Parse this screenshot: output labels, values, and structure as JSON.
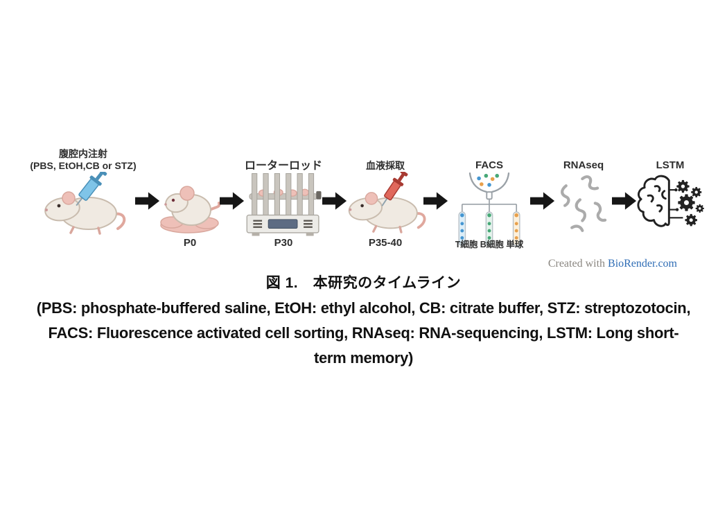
{
  "figure": {
    "steps": [
      {
        "name": "intraperitoneal-injection",
        "label_top1": "腹腔内注射",
        "label_top2": "(PBS, EtOH,CB or STZ)"
      },
      {
        "name": "newborn",
        "label_bottom": "P0"
      },
      {
        "name": "rotarod",
        "label_top1": "ローターロッド",
        "label_bottom": "P30"
      },
      {
        "name": "blood-collection",
        "label_top1": "血液採取",
        "label_bottom": "P35-40"
      },
      {
        "name": "facs",
        "label_top1": "FACS",
        "label_bottom": "T細胞 B細胞 単球"
      },
      {
        "name": "rnaseq",
        "label_top1": "RNAseq"
      },
      {
        "name": "lstm",
        "label_top1": "LSTM"
      }
    ],
    "credit": {
      "prefix": "Created with ",
      "brand": "BioRender.com"
    },
    "caption": {
      "title": "図 1.　本研究のタイムライン",
      "lines": [
        "(PBS: phosphate-buffered saline, EtOH: ethyl alcohol, CB: citrate buffer, STZ: streptozotocin,",
        "FACS: Fluorescence activated cell sorting, RNAseq: RNA-sequencing, LSTM: Long short-",
        "term memory)"
      ]
    }
  },
  "colors": {
    "ink": "#1c1c1c",
    "arrow": "#161616",
    "label": "#2e2e2e",
    "credit_gray": "#8a8680",
    "brand_blue": "#2f6db5",
    "mouse_body": "#f0eae2",
    "mouse_outline": "#c9bcae",
    "mouse_pink": "#eec0b8",
    "syringe_blue": "#7fc4e8",
    "syringe_red": "#e0685c",
    "device_gray": "#c9c5be",
    "device_light": "#ecebe7",
    "screen_blue": "#5d6c83",
    "sorter_gray": "#9aa1a7",
    "dot_blue": "#4596d1",
    "dot_green": "#47a877",
    "dot_orange": "#e8a04b",
    "tube_blue": "#ddeef8",
    "tube_green": "#e4f3ec",
    "tube_orange": "#fcf0dc",
    "rna_gray": "#ababab"
  }
}
